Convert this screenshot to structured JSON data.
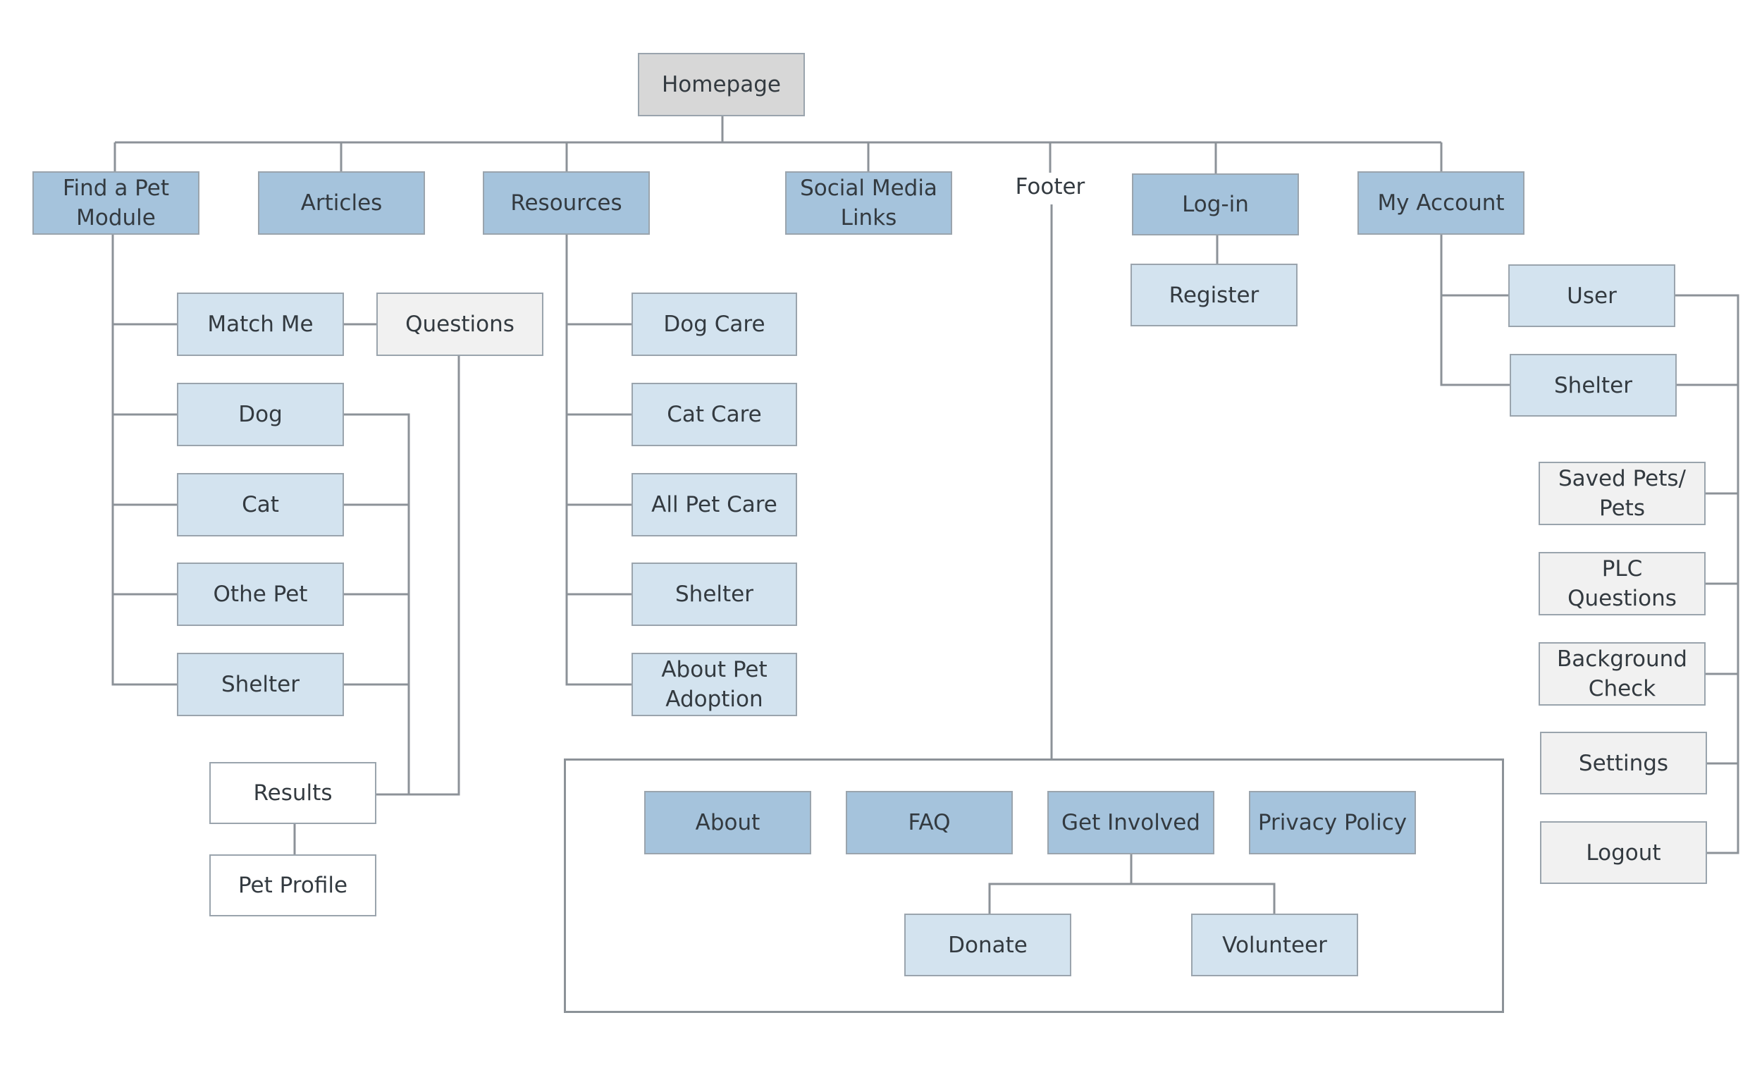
{
  "colors": {
    "primary": "#a5c3dc",
    "secondary": "#d3e3ef",
    "homepage": "#d7d7d7",
    "light_gray": "#f1f1f1",
    "white": "#ffffff",
    "line": "#8c9298"
  },
  "nodes": {
    "homepage": "Homepage",
    "find_pet": "Find a Pet\nModule",
    "articles": "Articles",
    "resources": "Resources",
    "social": "Social Media\nLinks",
    "footer": "Footer",
    "login": "Log-in",
    "my_account": "My Account",
    "match_me": "Match Me",
    "questions": "Questions",
    "dog": "Dog",
    "cat": "Cat",
    "other_pet": "Othe Pet",
    "shelter_find": "Shelter",
    "results": "Results",
    "pet_profile": "Pet Profile",
    "dog_care": "Dog Care",
    "cat_care": "Cat Care",
    "all_pet_care": "All Pet Care",
    "shelter_res": "Shelter",
    "about_adoption": "About Pet\nAdoption",
    "register": "Register",
    "user": "User",
    "shelter_acct": "Shelter",
    "saved_pets": "Saved Pets/\nPets",
    "plc_questions": "PLC\nQuestions",
    "background_check": "Background\nCheck",
    "settings": "Settings",
    "logout": "Logout",
    "about": "About",
    "faq": "FAQ",
    "get_involved": "Get Involved",
    "privacy": "Privacy Policy",
    "donate": "Donate",
    "volunteer": "Volunteer"
  }
}
